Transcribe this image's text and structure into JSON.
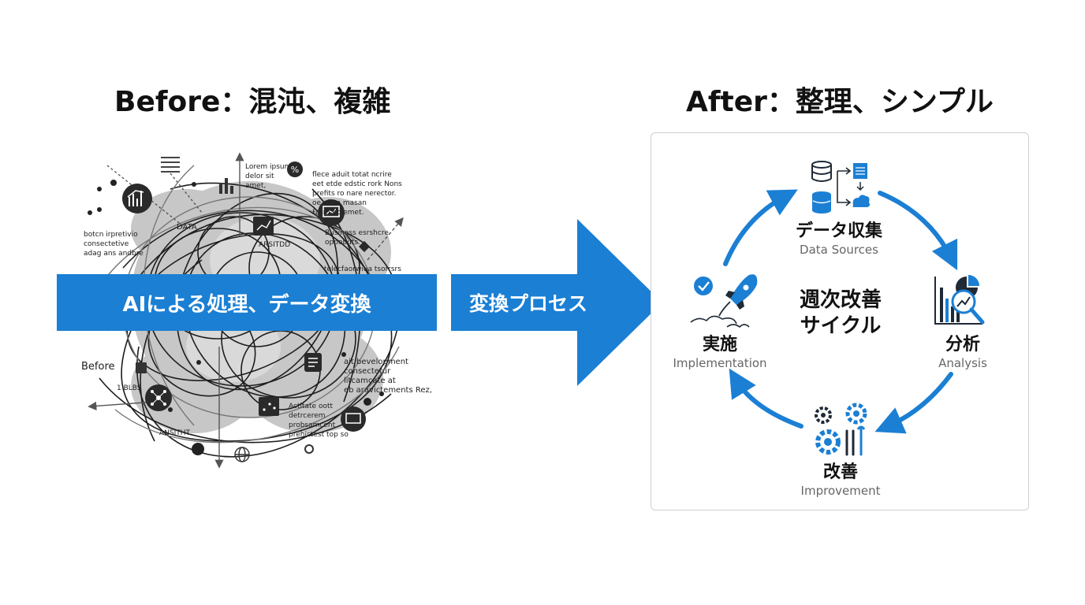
{
  "before": {
    "title": "Before：混沌、複雑",
    "banner": "AIによる処理、データ変換",
    "snippets": {
      "lorem": "Lorem ipsum\ndelor sit\namet,",
      "flow": "flece aduit totat ncrire\neet etde edstic rork Nons\nprefits ro nare nerector.\noe elcte masan\nFrnm tic emet.",
      "data": "DATA",
      "artsitdo": "ARSITDD",
      "business": "Business esrshcre\noppobuts",
      "tele": "telecfaorwiua tsorrsrs",
      "left": "botcn irpretivio\nconsectetive\nadag ans andbre",
      "before_word": "Before",
      "dev": "ait bevelopment\nconsectetur\nlitcamcate at\neb aravictements Rez,",
      "activate": "Actitate oott\ndetrcerem\nprobsamcent\nprehictest top so",
      "ansitht": "ANSITHT",
      "one_bars": "1 BLBS"
    }
  },
  "process": {
    "label": "変換プロセス",
    "color": "#1b7fd4"
  },
  "after": {
    "title": "After：整理、シンプル",
    "center": [
      "週次改善",
      "サイクル"
    ],
    "nodes": {
      "data": {
        "jp": "データ収集",
        "en": "Data Sources",
        "icon": "database-icon"
      },
      "analysis": {
        "jp": "分析",
        "en": "Analysis",
        "icon": "chart-magnifier-icon"
      },
      "improvement": {
        "jp": "改善",
        "en": "Improvement",
        "icon": "gears-wrench-icon"
      },
      "implementation": {
        "jp": "実施",
        "en": "Implementation",
        "icon": "rocket-check-icon"
      }
    },
    "accent": "#1b7fd4"
  }
}
